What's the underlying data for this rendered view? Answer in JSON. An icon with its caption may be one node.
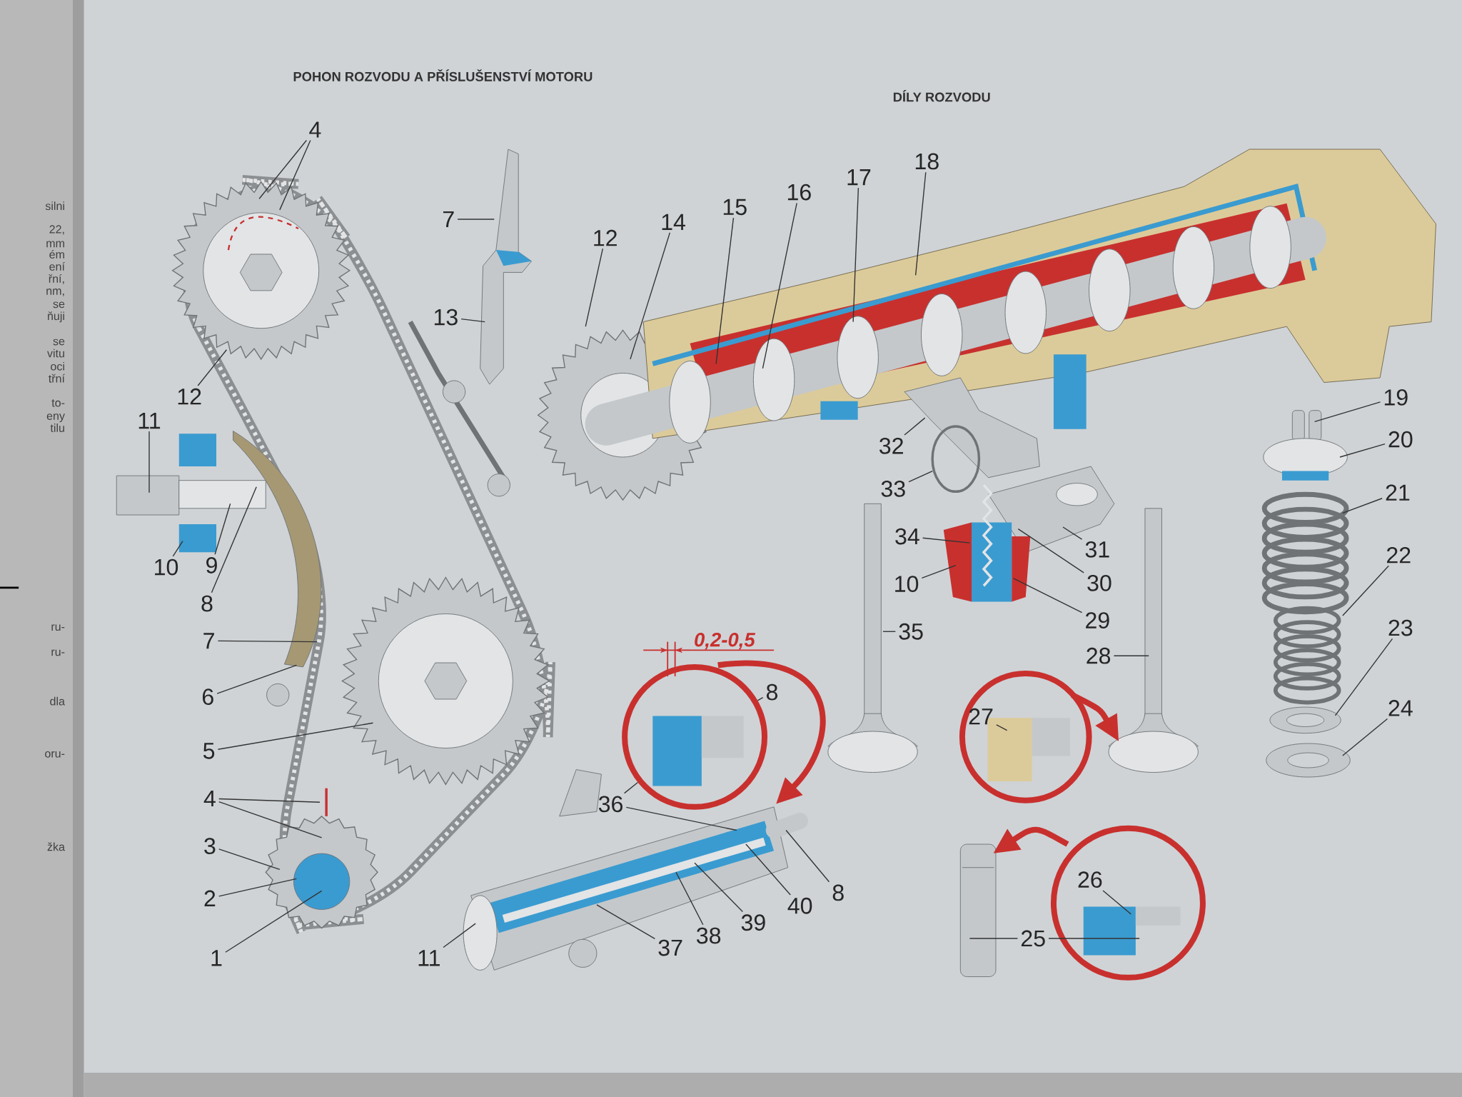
{
  "diagram": {
    "title": "POHON ROZVODU A PŘÍSLUŠENSTVÍ MOTORU",
    "nodes": [
      {
        "text": [
          "4"
        ]
      },
      {
        "text": [
          "12"
        ]
      },
      {
        "text": [
          "11"
        ]
      },
      {
        "text": [
          "10"
        ]
      },
      {
        "text": [
          "9"
        ]
      },
      {
        "text": [
          "8"
        ]
      },
      {
        "text": [
          "7"
        ]
      },
      {
        "text": [
          "6"
        ]
      },
      {
        "text": [
          "5"
        ]
      },
      {
        "text": [
          "4"
        ]
      },
      {
        "text": [
          "3"
        ]
      },
      {
        "text": [
          "2"
        ]
      },
      {
        "text": [
          "1"
        ]
      },
      {
        "text": [
          "7"
        ]
      },
      {
        "text": [
          "13"
        ]
      },
      {
        "text": [
          "12"
        ]
      },
      {
        "text": [
          "14"
        ]
      },
      {
        "text": [
          "15"
        ]
      },
      {
        "text": [
          "16"
        ]
      },
      {
        "text": [
          "17"
        ]
      },
      {
        "text": [
          "18"
        ]
      },
      {
        "text": [
          "19"
        ]
      },
      {
        "text": [
          "20"
        ]
      },
      {
        "text": [
          "21"
        ]
      },
      {
        "text": [
          "32"
        ]
      },
      {
        "text": [
          "33"
        ]
      },
      {
        "text": [
          "34"
        ]
      },
      {
        "text": [
          "10"
        ]
      },
      {
        "text": [
          "31"
        ]
      },
      {
        "text": [
          "30"
        ]
      },
      {
        "text": [
          "29"
        ]
      },
      {
        "text": [
          "22"
        ]
      },
      {
        "text": [
          "35"
        ]
      },
      {
        "text": [
          "28"
        ]
      },
      {
        "text": [
          "23"
        ]
      },
      {
        "text": [
          "8"
        ]
      },
      {
        "text": [
          "27"
        ]
      },
      {
        "text": [
          "24"
        ]
      },
      {
        "text": [
          "36"
        ]
      },
      {
        "text": [
          "26"
        ]
      },
      {
        "text": [
          "8"
        ]
      },
      {
        "text": [
          "40"
        ]
      },
      {
        "text": [
          "39"
        ]
      },
      {
        "text": [
          "25"
        ]
      },
      {
        "text": [
          "38"
        ]
      },
      {
        "text": [
          "37"
        ]
      },
      {
        "text": [
          "11"
        ]
      },
      {
        "text": [],
        "shape": "circle"
      }
    ],
    "edges": [
      {
        "from": 0,
        "to": null,
        "arrow": "none"
      },
      {
        "from": 0,
        "to": null,
        "arrow": "none"
      },
      {
        "from": 1,
        "to": null,
        "arrow": "none"
      },
      {
        "from": 2,
        "to": null,
        "arrow": "none"
      },
      {
        "from": 3,
        "to": null,
        "arrow": "none"
      },
      {
        "from": 4,
        "to": null,
        "arrow": "none"
      },
      {
        "from": 5,
        "to": null,
        "arrow": "none"
      },
      {
        "from": 6,
        "to": null,
        "arrow": "none"
      },
      {
        "from": 7,
        "to": null,
        "arrow": "none"
      },
      {
        "from": 8,
        "to": null,
        "arrow": "none"
      },
      {
        "from": 9,
        "to": null,
        "arrow": "none"
      },
      {
        "from": 9,
        "to": null,
        "arrow": "none"
      },
      {
        "from": 10,
        "to": null,
        "arrow": "none"
      },
      {
        "from": 11,
        "to": null,
        "arrow": "none"
      },
      {
        "from": 12,
        "to": null,
        "arrow": "none"
      },
      {
        "from": 13,
        "to": null,
        "arrow": "none"
      },
      {
        "from": 14,
        "to": null,
        "arrow": "none"
      },
      {
        "from": 15,
        "to": null,
        "arrow": "none"
      },
      {
        "from": 16,
        "to": null,
        "arrow": "none"
      },
      {
        "from": 17,
        "to": null,
        "arrow": "none"
      },
      {
        "from": 18,
        "to": null,
        "arrow": "none"
      },
      {
        "from": 19,
        "to": null,
        "arrow": "none"
      },
      {
        "from": 20,
        "to": null,
        "arrow": "none"
      },
      {
        "from": 21,
        "to": null,
        "arrow": "none"
      },
      {
        "from": 22,
        "to": null,
        "arrow": "none"
      },
      {
        "from": 23,
        "to": null,
        "arrow": "none"
      },
      {
        "from": 24,
        "to": null,
        "arrow": "none"
      },
      {
        "from": 25,
        "to": null,
        "arrow": "none"
      },
      {
        "from": 26,
        "to": null,
        "arrow": "none"
      },
      {
        "from": 27,
        "to": null,
        "arrow": "none"
      },
      {
        "from": 28,
        "to": null,
        "arrow": "none"
      },
      {
        "from": 29,
        "to": null,
        "arrow": "none"
      },
      {
        "from": 30,
        "to": null,
        "arrow": "none"
      },
      {
        "from": 31,
        "to": null,
        "arrow": "none"
      },
      {
        "from": 32,
        "to": null,
        "arrow": "none"
      },
      {
        "from": 33,
        "to": null,
        "arrow": "none"
      },
      {
        "from": 34,
        "to": null,
        "arrow": "none"
      },
      {
        "from": 35,
        "to": 47,
        "arrow": "none"
      },
      {
        "from": 36,
        "to": null,
        "arrow": "none"
      },
      {
        "from": 37,
        "to": null,
        "arrow": "none"
      },
      {
        "from": 38,
        "to": 47,
        "arrow": "none"
      },
      {
        "from": 38,
        "to": null,
        "arrow": "none"
      },
      {
        "from": 39,
        "to": null,
        "arrow": "none"
      },
      {
        "from": 40,
        "to": null,
        "arrow": "none"
      },
      {
        "from": 41,
        "to": null,
        "arrow": "none"
      },
      {
        "from": 42,
        "to": null,
        "arrow": "none"
      },
      {
        "from": 43,
        "to": null,
        "arrow": "none"
      },
      {
        "from": 43,
        "to": null,
        "arrow": "none"
      },
      {
        "from": 44,
        "to": null,
        "arrow": "none"
      },
      {
        "from": 45,
        "to": null,
        "arrow": "none"
      },
      {
        "from": 46,
        "to": null,
        "arrow": "none"
      }
    ],
    "labels": [
      "silni",
      "22,",
      "mm",
      "ém",
      "ení",
      "řní,",
      "nm,",
      "se",
      "ňuji",
      "se",
      "vitu",
      "oci",
      "třní",
      "to-",
      "eny",
      "tilu",
      "ru-",
      "ru-",
      "dla",
      "oru-",
      "žka",
      "DÍLY ROZVODU",
      "0,2-0,5"
    ]
  }
}
